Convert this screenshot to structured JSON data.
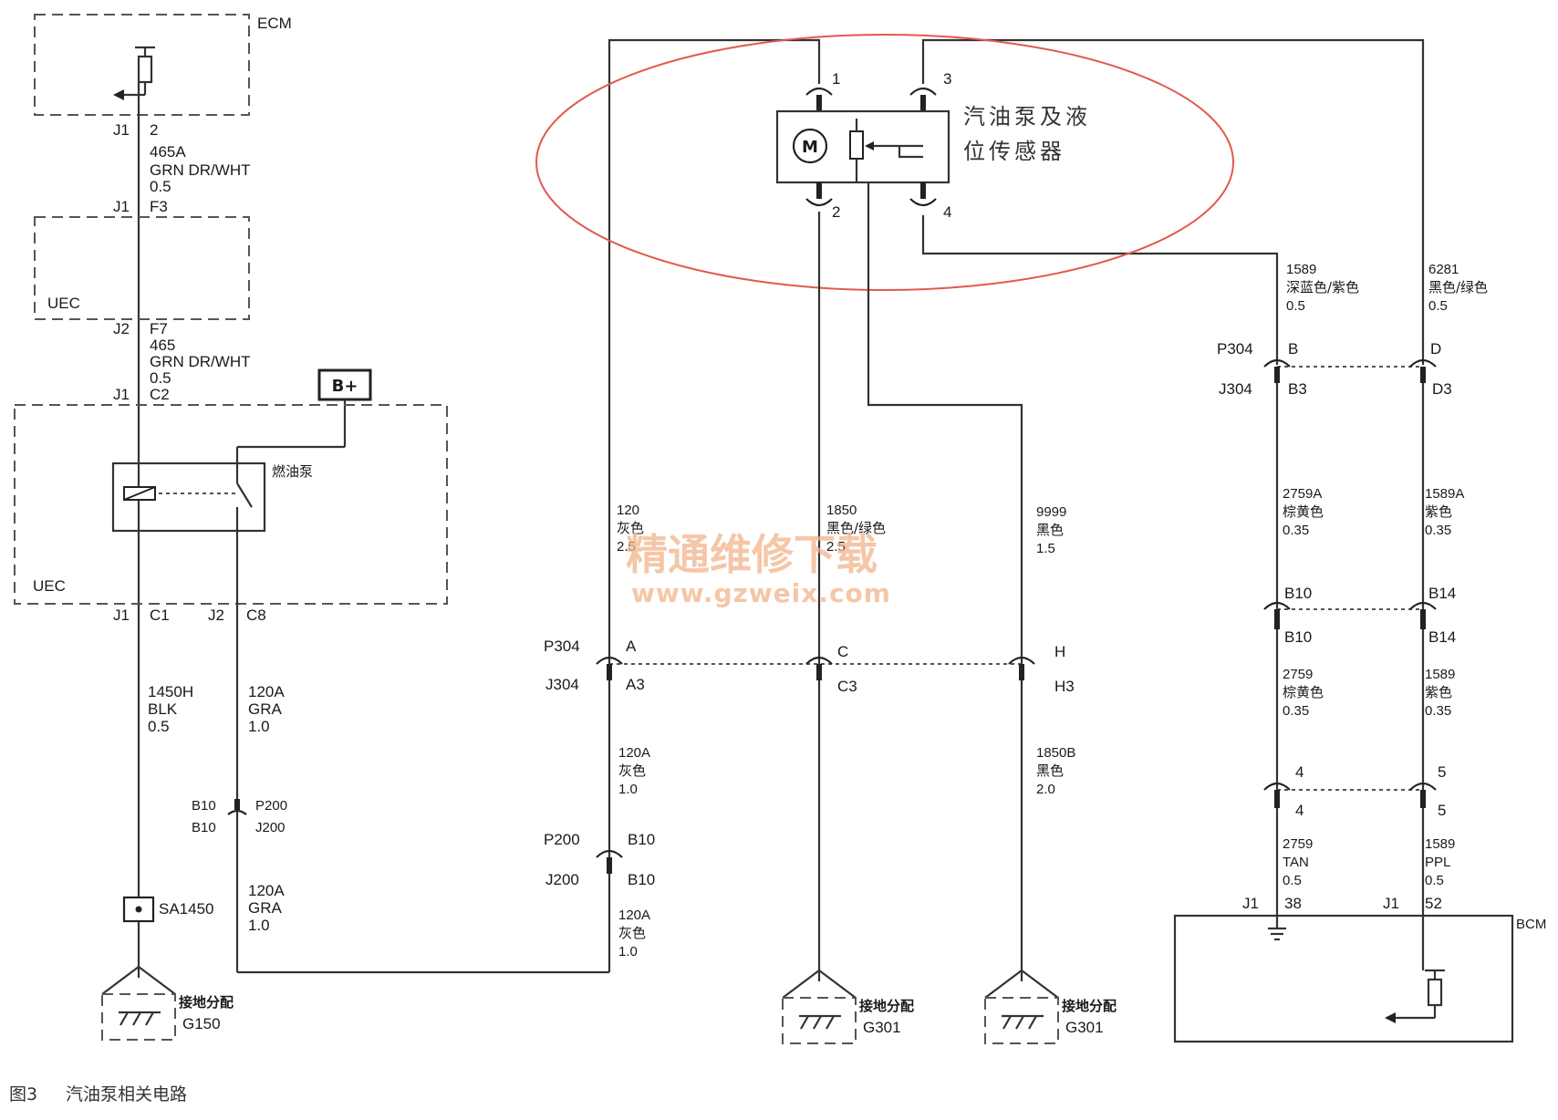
{
  "modules": {
    "ecm": "ECM",
    "uec_top": "UEC",
    "uec_bottom": "UEC",
    "bcm": "BCM",
    "bplus": "B+",
    "relay": "燃油泵",
    "pump_line1": "汽油泵及液",
    "pump_line2": "位传感器"
  },
  "pump_pins": {
    "p1": "1",
    "p2": "2",
    "p3": "3",
    "p4": "4",
    "motor": "M"
  },
  "left_circuit": {
    "ecm_pin": {
      "conn": "J1",
      "pin": "2"
    },
    "w465a": {
      "num": "465A",
      "color": "GRN DR/WHT",
      "size": "0.5"
    },
    "uec_in": {
      "conn": "J1",
      "pin": "F3"
    },
    "uec_out": {
      "conn": "J2",
      "pin": "F7"
    },
    "w465": {
      "num": "465",
      "color": "GRN DR/WHT",
      "size": "0.5"
    },
    "uec2_in": {
      "conn": "J1",
      "pin": "C2"
    },
    "uec2_out1": {
      "conn": "J1",
      "pin": "C1"
    },
    "uec2_out2": {
      "conn": "J2",
      "pin": "C8"
    },
    "w1450h": {
      "num": "1450H",
      "color": "BLK",
      "size": "0.5"
    },
    "w120a_1": {
      "num": "120A",
      "color": "GRA",
      "size": "1.0"
    },
    "p200_small": {
      "a": "B10",
      "b": "P200",
      "c": "B10",
      "d": "J200"
    },
    "splice": "SA1450",
    "w120a_2": {
      "num": "120A",
      "color": "GRA",
      "size": "1.0"
    },
    "ground": {
      "label": "接地分配",
      "id": "G150"
    }
  },
  "middle_circuit": {
    "w120": {
      "num": "120",
      "color": "灰色",
      "size": "2.5"
    },
    "w1850": {
      "num": "1850",
      "color": "黑色/绿色",
      "size": "2.5"
    },
    "w9999": {
      "num": "9999",
      "color": "黑色",
      "size": "1.5"
    },
    "p304": "P304",
    "j304": "J304",
    "pinA": "A",
    "pinA3": "A3",
    "pinC": "C",
    "pinC3": "C3",
    "pinH": "H",
    "pinH3": "H3",
    "w120a_mid": {
      "num": "120A",
      "color": "灰色",
      "size": "1.0"
    },
    "w1850b": {
      "num": "1850B",
      "color": "黑色",
      "size": "2.0"
    },
    "p200": "P200",
    "j200": "J200",
    "p200_pin": "B10",
    "j200_pin": "B10",
    "w120a_low": {
      "num": "120A",
      "color": "灰色",
      "size": "1.0"
    },
    "ground1": {
      "label": "接地分配",
      "id": "G301"
    },
    "ground2": {
      "label": "接地分配",
      "id": "G301"
    }
  },
  "right_circuit": {
    "w1589": {
      "num": "1589",
      "color": "深蓝色/紫色",
      "size": "0.5"
    },
    "w6281": {
      "num": "6281",
      "color": "黑色/绿色",
      "size": "0.5"
    },
    "p304": "P304",
    "j304": "J304",
    "pinB": "B",
    "pinB3": "B3",
    "pinD": "D",
    "pinD3": "D3",
    "w2759a": {
      "num": "2759A",
      "color": "棕黄色",
      "size": "0.35"
    },
    "w1589a": {
      "num": "1589A",
      "color": "紫色",
      "size": "0.35"
    },
    "b10_top": "B10",
    "b10_bot": "B10",
    "b14_top": "B14",
    "b14_bot": "B14",
    "w2759": {
      "num": "2759",
      "color": "棕黄色",
      "size": "0.35"
    },
    "w1589b": {
      "num": "1589",
      "color": "紫色",
      "size": "0.35"
    },
    "pin4_top": "4",
    "pin4_bot": "4",
    "pin5_top": "5",
    "pin5_bot": "5",
    "w2759tan": {
      "num": "2759",
      "color": "TAN",
      "size": "0.5"
    },
    "w1589ppl": {
      "num": "1589",
      "color": "PPL",
      "size": "0.5"
    },
    "bcm_pin1": {
      "conn": "J1",
      "pin": "38"
    },
    "bcm_pin2": {
      "conn": "J1",
      "pin": "52"
    }
  },
  "watermark": {
    "cn": "精通维修下载",
    "url": "www.gzweix.com"
  },
  "caption": {
    "fig": "图3",
    "title": "汽油泵相关电路"
  },
  "colors": {
    "highlight_ellipse": "#e05a4e",
    "wire": "#333333",
    "watermark": "#f2b48a"
  }
}
